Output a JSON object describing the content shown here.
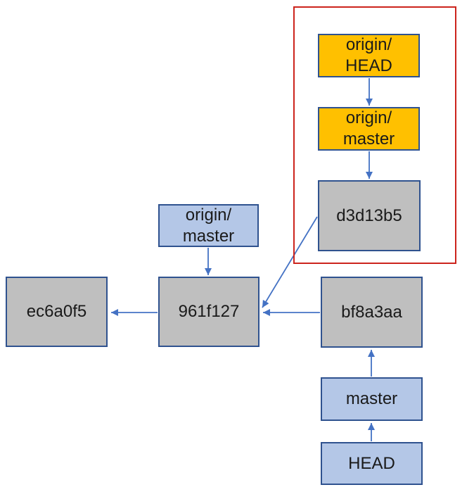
{
  "diagram": {
    "type": "git-commit-graph",
    "colors": {
      "remote_ref_fill": "#ffc000",
      "local_ref_fill": "#b4c7e7",
      "commit_fill": "#bfbfbf",
      "node_border": "#2f528f",
      "arrow": "#4472c4",
      "highlight_box_border": "#cc241d",
      "background": "#ffffff",
      "text": "#1a1a1a"
    },
    "nodes": {
      "origin_head": {
        "label": "origin/\nHEAD",
        "kind": "remote-ref"
      },
      "origin_master_remote": {
        "label": "origin/\nmaster",
        "kind": "remote-ref"
      },
      "d3d13b5": {
        "label": "d3d13b5",
        "kind": "commit"
      },
      "origin_master_local": {
        "label": "origin/\nmaster",
        "kind": "local-ref"
      },
      "commit_961f127": {
        "label": "961f127",
        "kind": "commit"
      },
      "ec6a0f5": {
        "label": "ec6a0f5",
        "kind": "commit"
      },
      "bf8a3aa": {
        "label": "bf8a3aa",
        "kind": "commit"
      },
      "master": {
        "label": "master",
        "kind": "local-ref"
      },
      "head": {
        "label": "HEAD",
        "kind": "local-ref"
      }
    },
    "edges": [
      {
        "from": "origin/HEAD",
        "to": "origin/master (remote)"
      },
      {
        "from": "origin/master (remote)",
        "to": "d3d13b5"
      },
      {
        "from": "origin/master (local)",
        "to": "961f127"
      },
      {
        "from": "d3d13b5",
        "to": "961f127"
      },
      {
        "from": "bf8a3aa",
        "to": "961f127"
      },
      {
        "from": "961f127",
        "to": "ec6a0f5"
      },
      {
        "from": "master",
        "to": "bf8a3aa"
      },
      {
        "from": "HEAD",
        "to": "master"
      }
    ]
  }
}
